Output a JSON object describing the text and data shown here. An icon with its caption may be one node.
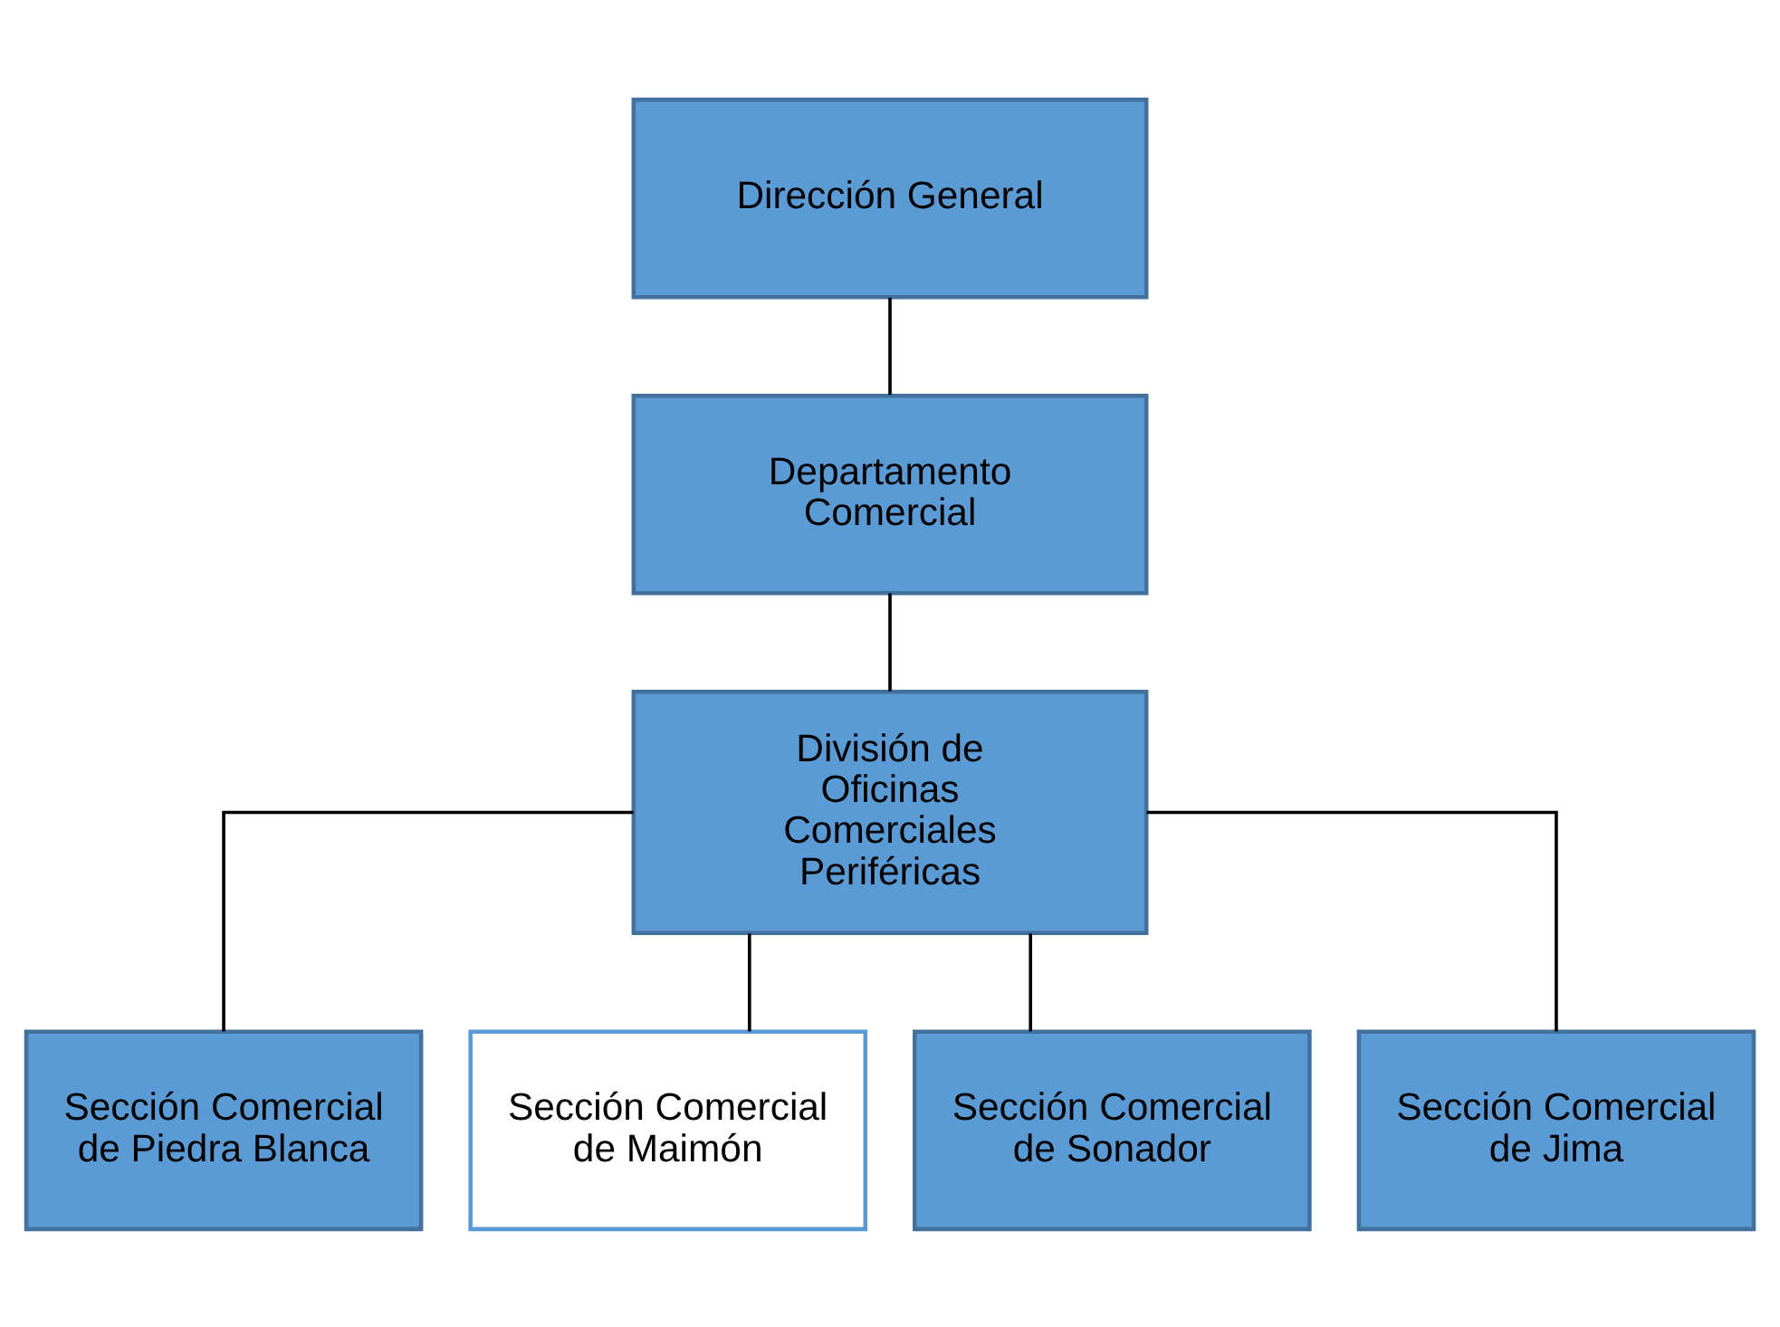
{
  "diagram": {
    "nodes": [
      {
        "text": [
          "Dirección General"
        ]
      },
      {
        "text": [
          "Departamento Comercial"
        ]
      },
      {
        "text": [
          "División de Oficinas Comerciales Periféricas"
        ]
      },
      {
        "text": [
          "Sección Comercial de Piedra Blanca"
        ]
      },
      {
        "text": [
          "Sección Comercial de Maimón"
        ]
      },
      {
        "text": [
          "Sección Comercial de Sonador"
        ]
      },
      {
        "text": [
          "Sección Comercial de Jima"
        ]
      }
    ],
    "edges": [
      {
        "from": 0,
        "to": 1,
        "arrow": "none"
      },
      {
        "from": 1,
        "to": 2,
        "arrow": "none"
      },
      {
        "from": 2,
        "to": 3,
        "arrow": "none"
      },
      {
        "from": 2,
        "to": 4,
        "arrow": "none"
      },
      {
        "from": 2,
        "to": 5,
        "arrow": "none"
      },
      {
        "from": 2,
        "to": 6,
        "arrow": "none"
      }
    ]
  }
}
